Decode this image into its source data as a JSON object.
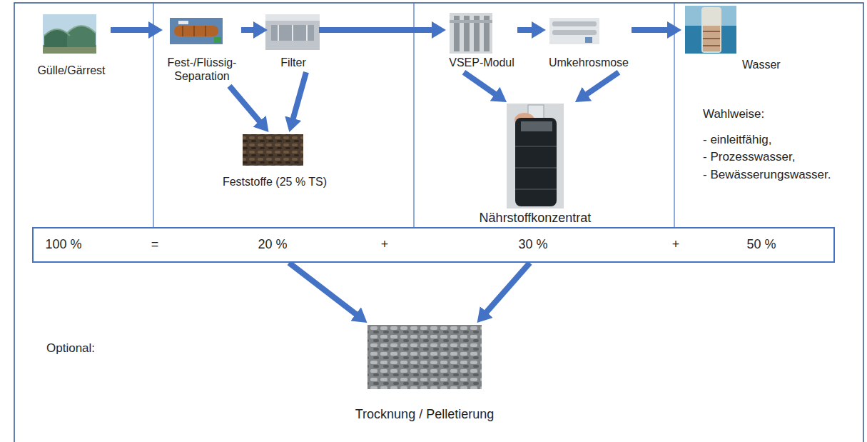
{
  "diagram": {
    "nodes": [
      {
        "text": [
          "Gülle/Gärrest"
        ]
      },
      {
        "text": [
          "Fest-/Flüssig- Separation"
        ]
      },
      {
        "text": [
          "Filter"
        ]
      },
      {
        "text": [
          "VSEP-Modul"
        ]
      },
      {
        "text": [
          "Umkehrosmose"
        ]
      },
      {
        "text": [
          "Wasser"
        ]
      },
      {
        "text": [
          "Feststoffe (25 % TS)"
        ]
      },
      {
        "text": [
          "Nährstoffkonzentrat"
        ]
      },
      {
        "text": [
          "100 %",
          "=",
          "20 %",
          "+",
          "30 %",
          "+",
          "50 %"
        ]
      },
      {
        "text": [
          "Trocknung / Pelletierung"
        ]
      }
    ],
    "edges": [
      {
        "from": 0,
        "to": 1,
        "arrow": "to"
      },
      {
        "from": 1,
        "to": 2,
        "arrow": "to"
      },
      {
        "from": 2,
        "to": 3,
        "arrow": "to"
      },
      {
        "from": 3,
        "to": 4,
        "arrow": "to"
      },
      {
        "from": 4,
        "to": 5,
        "arrow": "to"
      },
      {
        "from": 1,
        "to": 6,
        "arrow": "to"
      },
      {
        "from": 2,
        "to": 6,
        "arrow": "to"
      },
      {
        "from": 3,
        "to": 7,
        "arrow": "to"
      },
      {
        "from": 4,
        "to": 7,
        "arrow": "to"
      },
      {
        "from": 8,
        "to": 9,
        "arrow": "to"
      },
      {
        "from": 8,
        "to": 9,
        "arrow": "to"
      }
    ],
    "labels": [
      "Wahlweise:",
      "- einleitfähig,",
      "- Prozesswasser,",
      "- Bewässerungswasser.",
      "Optional:"
    ]
  }
}
